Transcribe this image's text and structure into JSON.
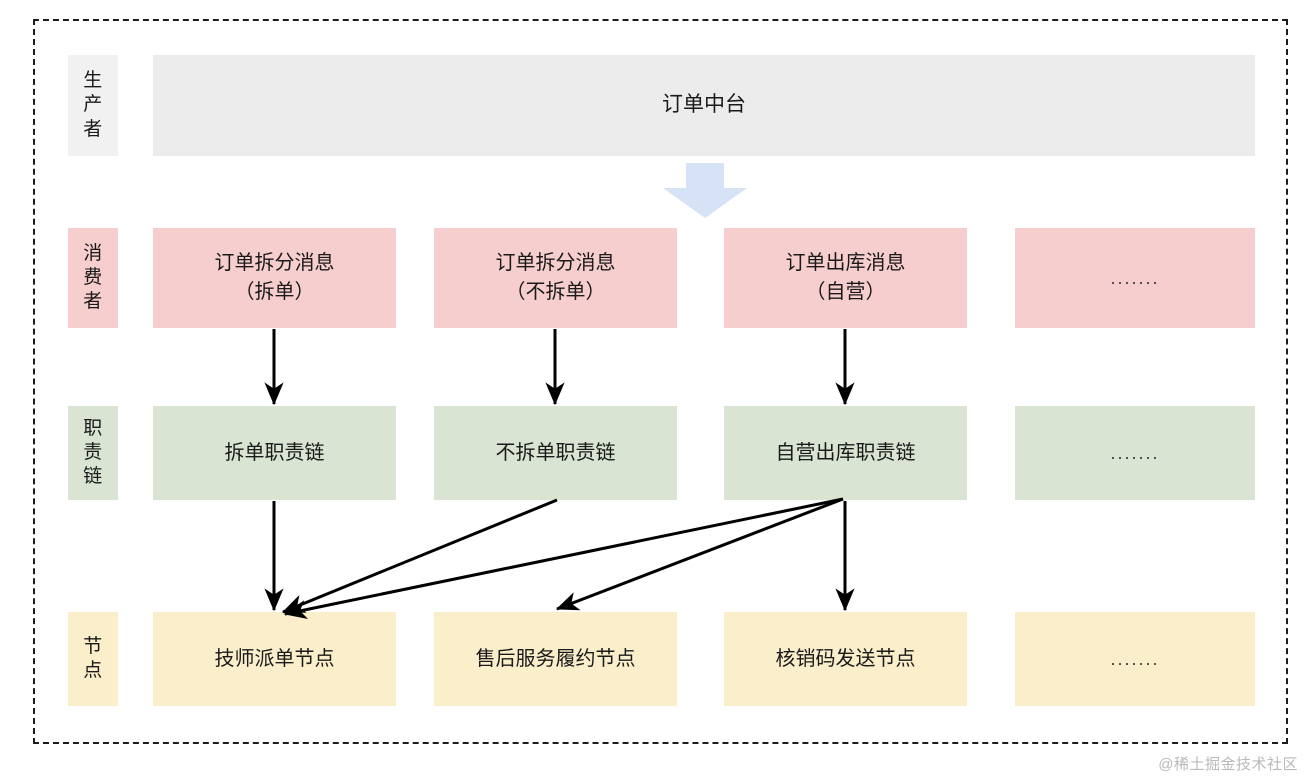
{
  "diagram": {
    "title_row": {
      "label": "生产者",
      "box_text": "订单中台",
      "box_color": "#ececec",
      "label_color": "#f1f1f1"
    },
    "rows": [
      {
        "key": "consumer",
        "label": "消费者",
        "label_color": "#f6cecd",
        "box_color": "#f6cecd",
        "boxes": [
          "订单拆分消息\n（拆单）",
          "订单拆分消息\n（不拆单）",
          "订单出库消息\n（自营）",
          "......."
        ]
      },
      {
        "key": "chain",
        "label": "职责链",
        "label_color": "#d9e4d3",
        "box_color": "#d9e4d3",
        "boxes": [
          "拆单职责链",
          "不拆单职责链",
          "自营出库职责链",
          "......."
        ]
      },
      {
        "key": "node",
        "label": "节点",
        "label_color": "#fbeecb",
        "box_color": "#fbeecb",
        "boxes": [
          "技师派单节点",
          "售后服务履约节点",
          "核销码发送节点",
          "......."
        ]
      }
    ],
    "flow_arrow": {
      "name": "producer-to-consumer-arrow",
      "color": "#d6e2f5"
    },
    "connector_color": "#000000",
    "watermark": "@稀土掘金技术社区"
  }
}
